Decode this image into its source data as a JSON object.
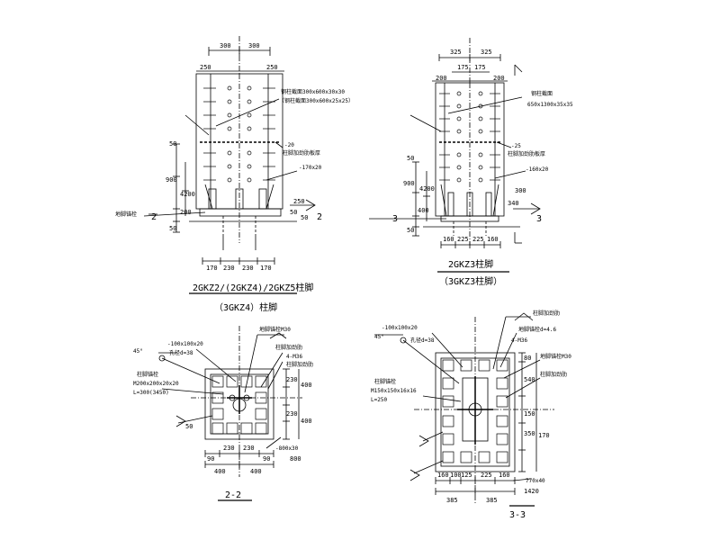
{
  "colors": {
    "line": "#000000",
    "bg": "#ffffff"
  },
  "elev_left": {
    "dims_top": [
      "300",
      "300"
    ],
    "dims_top2": [
      "250",
      "250"
    ],
    "dims_left": [
      "50",
      "900",
      "4200",
      "200",
      "50"
    ],
    "dims_right": [
      "50",
      "250",
      "50"
    ],
    "dims_bottom": [
      "170",
      "230",
      "230",
      "170"
    ],
    "notes": [
      "钢柱截面300x600x30x30",
      "（钢柱截面300x600x25x25）",
      "-20",
      "柱脚加劲肋板厚",
      "-170x20",
      "地脚锚栓"
    ],
    "section_marks": [
      "2",
      "2"
    ],
    "title": "2GKZ2/(2GKZ4)/2GKZ5柱脚",
    "subtitle": "（3GKZ4）柱脚"
  },
  "elev_right": {
    "dims_top": [
      "325",
      "325"
    ],
    "dims_top2": [
      "175",
      "175"
    ],
    "dims_top3": [
      "200",
      "200"
    ],
    "dims_left": [
      "50",
      "900",
      "4200",
      "400",
      "50"
    ],
    "dims_right": [
      "300",
      "340"
    ],
    "dims_bottom": [
      "160",
      "225",
      "225",
      "160"
    ],
    "notes": [
      "钢柱截面",
      "650x1300x35x35",
      "-25",
      "柱脚加劲肋板厚",
      "-160x20"
    ],
    "section_marks": [
      "3",
      "3"
    ],
    "title": "2GKZ3柱脚",
    "subtitle": "（3GKZ3柱脚）"
  },
  "plan_left": {
    "notes": [
      "-100x100x20",
      "孔径d=38",
      "地脚锚栓M30",
      "柱脚加劲肋",
      "4-M36",
      "柱脚加劲肋",
      "柱脚锚栓",
      "M200x200x20x20",
      "L=300(3450)"
    ],
    "angle": "45°",
    "dims_right": [
      "400",
      "230",
      "230",
      "400"
    ],
    "dims_bottom": [
      "90",
      "230",
      "230",
      "90"
    ],
    "dims_bottom2": [
      "400",
      "400"
    ],
    "dims_bottom3": [
      "800"
    ],
    "plate": "-800x30",
    "dims_side": [
      "50"
    ],
    "title": "2-2"
  },
  "plan_right": {
    "notes": [
      "-100x100x20",
      "孔径d=38",
      "柱脚加劲肋",
      "地脚锚栓d=4.6",
      "地脚锚栓M30",
      "柱脚加劲肋",
      "4-M36",
      "柱脚锚栓",
      "M150x150x16x16",
      "L=250"
    ],
    "angle": "45°",
    "dims_right": [
      "80",
      "540",
      "150",
      "350",
      "170"
    ],
    "dims_bottom": [
      "160",
      "100",
      "125",
      "225",
      "160"
    ],
    "dims_bottom2": [
      "385",
      "385"
    ],
    "plate": "770x40",
    "dims_total": [
      "1420"
    ],
    "title": "3-3"
  }
}
